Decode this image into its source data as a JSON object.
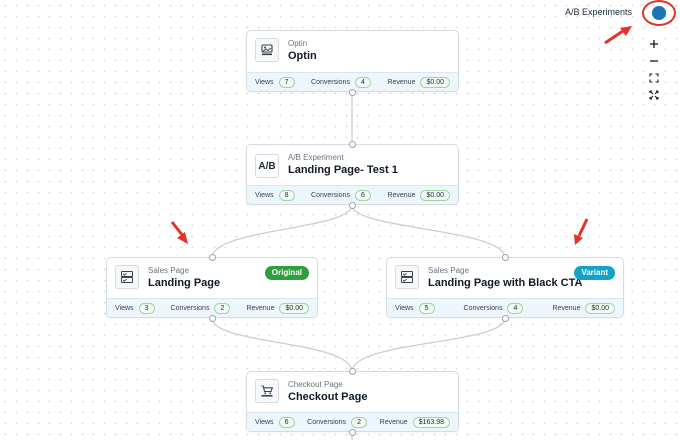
{
  "header": {
    "ab_label": "A/B Experiments",
    "toggle_color": "#1d73b8",
    "highlight_color": "#e0332a"
  },
  "controls": [
    {
      "name": "zoom-in",
      "icon": "plus-icon"
    },
    {
      "name": "zoom-out",
      "icon": "minus-icon"
    },
    {
      "name": "fit-view",
      "icon": "fit-view-icon"
    },
    {
      "name": "fullscreen",
      "icon": "fullscreen-icon"
    }
  ],
  "labels": {
    "views": "Views",
    "conversions": "Conversions",
    "revenue": "Revenue"
  },
  "nodes": {
    "optin": {
      "type": "Optin",
      "title": "Optin",
      "icon": "image-icon",
      "views": "7",
      "conversions": "4",
      "revenue": "$0.00"
    },
    "ab": {
      "type": "A/B Experiment",
      "title": "Landing Page- Test 1",
      "icon_text": "A/B",
      "views": "8",
      "conversions": "6",
      "revenue": "$0.00"
    },
    "landing": {
      "type": "Sales Page",
      "title": "Landing Page",
      "tag": "Original",
      "icon": "sales-page-icon",
      "views": "3",
      "conversions": "2",
      "revenue": "$0.00"
    },
    "variant": {
      "type": "Sales Page",
      "title": "Landing Page with Black CTA",
      "tag": "Variant",
      "icon": "sales-page-icon",
      "views": "5",
      "conversions": "4",
      "revenue": "$0.00"
    },
    "checkout": {
      "type": "Checkout Page",
      "title": "Checkout Page",
      "icon": "cart-icon",
      "views": "6",
      "conversions": "2",
      "revenue": "$163.98"
    }
  },
  "colors": {
    "original_tag": "#2e9e3f",
    "variant_tag": "#14a3c7",
    "annotation_arrow": "#e0332a",
    "footer_bg": "#eef6fd"
  }
}
